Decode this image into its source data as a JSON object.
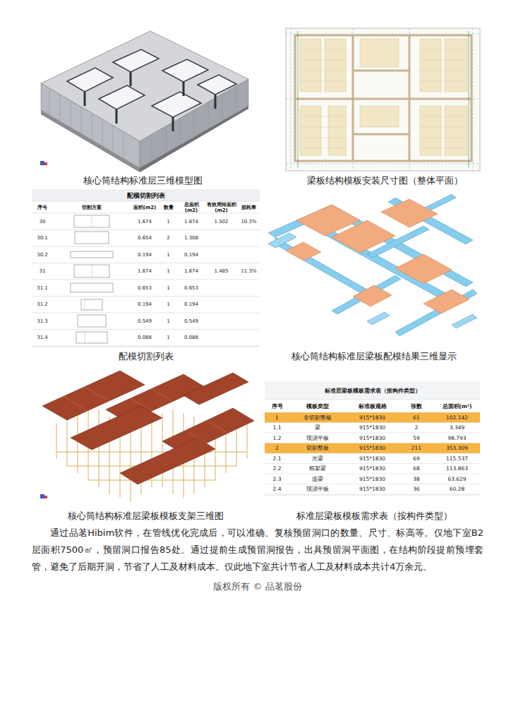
{
  "diagram": {
    "labels": [
      "核心筒结构标准层三维模型图",
      "梁板结构模板安装尺寸图（整体平面）",
      "配模切割列表",
      "序号",
      "切割方案",
      "面积(m2)",
      "数量",
      "总面积(m2)",
      "有效周转面积(m2)",
      "损耗率",
      "30",
      "1.674",
      "1",
      "1.674",
      "1.502",
      "10.3%",
      "30.1",
      "0.654",
      "2",
      "1.308",
      "30.2",
      "0.194",
      "1",
      "0.194",
      "31",
      "1.674",
      "1",
      "1.674",
      "1.485",
      "11.3%",
      "31.1",
      "0.653",
      "1",
      "0.653",
      "31.2",
      "0.194",
      "1",
      "0.194",
      "31.3",
      "0.549",
      "1",
      "0.549",
      "31.4",
      "0.088",
      "1",
      "0.088",
      "配模切割列表",
      "核心筒结构标准层梁板配模结果三维显示",
      "标准层梁板模板需求表（按构件类型）",
      "序号",
      "模板类型",
      "标准板规格",
      "张数",
      "总面积(m²)",
      "1",
      "非切割整板",
      "915*1830",
      "61",
      "102.142",
      "1.1",
      "梁",
      "915*1830",
      "2",
      "3.349",
      "1.2",
      "现浇平板",
      "915*1830",
      "59",
      "98.793",
      "2",
      "切割整板",
      "915*1830",
      "211",
      "353.309",
      "2.1",
      "次梁",
      "915*1830",
      "69",
      "115.537",
      "2.2",
      "框架梁",
      "915*1830",
      "68",
      "113.863",
      "2.3",
      "连梁",
      "915*1830",
      "38",
      "63.629",
      "2.4",
      "现浇平板",
      "915*1830",
      "36",
      "60.28",
      "核心筒结构标准层梁板模板支架三维图",
      "标准层梁板模板需求表（按构件类型）",
      "通过品茗Hibim软件，在管线优化完成后，可以准确、复核预留洞口的数量、尺寸、标高等。仅地下室B2层面积7500㎡，预留洞口报告85处。通过提前生成预留洞报告，出具预留洞平面图，在结构阶段提前预埋套管，避免了后期开洞，节省了人工及材料成本。仅此地下室共计节省人工及材料成本共计4万余元。",
      "版权所有 © 品茗股份"
    ]
  }
}
